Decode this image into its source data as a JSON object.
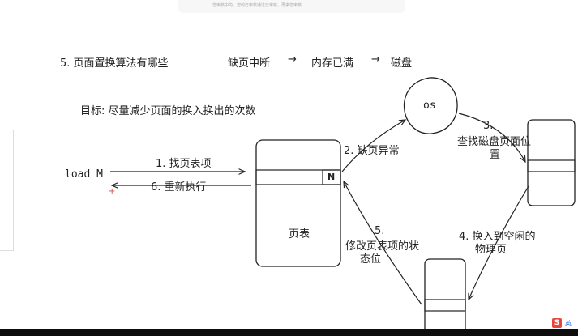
{
  "top_notice": "您审核中的，您的已审核通过已审核，再来您审核",
  "heading": "5. 页面置换算法有哪些",
  "flow": {
    "step1": "缺页中断",
    "arrow1": "→",
    "step2": "内存已满",
    "arrow2": "→",
    "step3": "磁盘"
  },
  "goal": "目标: 尽量减少页面的换入换出的次数",
  "load_label": "load M",
  "arrow_labels": {
    "find_entry": "1. 找页表项",
    "reexecute": "6. 重新执行",
    "page_fault": "2. 缺页异常",
    "find_disk_1": "3.",
    "find_disk_2": "查找磁盘页面位",
    "find_disk_3": "置",
    "swap_in_1": "4. 换入到空闲的",
    "swap_in_2": "物理页",
    "update_1": "5.",
    "update_2": "修改页表项的状",
    "update_3": "态位"
  },
  "os_label": "os",
  "n_label": "N",
  "page_table_label": "页表",
  "cursor_mark": "+",
  "logo_text": "S",
  "logo_suffix": "英"
}
